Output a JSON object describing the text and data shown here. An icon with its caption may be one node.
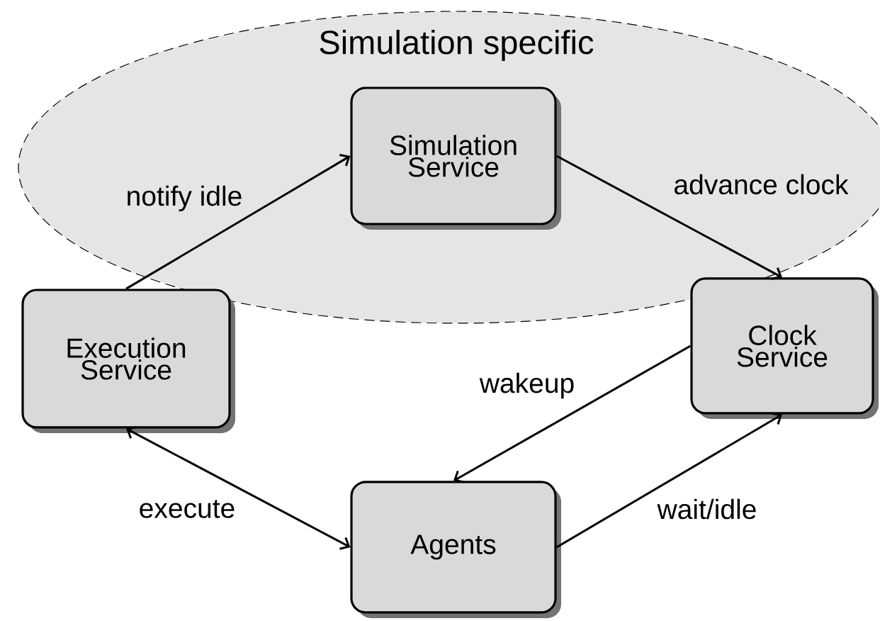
{
  "diagram": {
    "nodes": [
      {
        "text": [
          "Simulation specific"
        ]
      },
      {
        "text": [
          "Simulation Service"
        ],
        "in": 0
      },
      {
        "text": [
          "Execution Service"
        ]
      },
      {
        "text": [
          "Clock Service"
        ]
      },
      {
        "text": [
          "Agents"
        ]
      }
    ],
    "edges": [
      {
        "from": 2,
        "to": 1,
        "arrow": "to",
        "label": "notify idle"
      },
      {
        "from": 1,
        "to": 3,
        "arrow": "to",
        "label": "advance clock"
      },
      {
        "from": 3,
        "to": 4,
        "arrow": "to",
        "label": "wakeup"
      },
      {
        "from": 4,
        "to": 3,
        "arrow": "to",
        "label": "wait/idle"
      },
      {
        "from": 2,
        "to": 4,
        "arrow": "both",
        "label": "execute"
      }
    ]
  }
}
